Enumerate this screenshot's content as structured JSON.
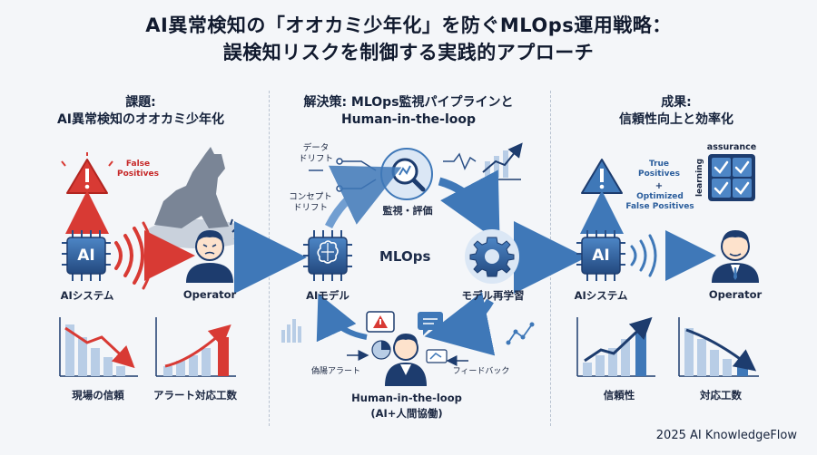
{
  "title": {
    "line1": "AI異常検知の「オオカミ少年化」を防ぐMLOps運用戦略：",
    "line2": "誤検知リスクを制御する実践的アプローチ"
  },
  "left": {
    "heading_line1": "課題:",
    "heading_line2": "AI異常検知のオオカミ少年化",
    "false_positives": "False\nPositives",
    "ai_system": "AIシステム",
    "operator": "Operator",
    "chip_label": "AI",
    "chart1_label": "現場の信頼",
    "chart2_label": "アラート対応工数"
  },
  "center": {
    "heading_line1": "解決策: MLOps監視パイプラインと",
    "heading_line2": "Human-in-the-loop",
    "data_drift": "データ\nドリフト",
    "concept_drift": "コンセプト\nドリフト",
    "monitor_eval": "監視・評価",
    "mlops": "MLOps",
    "ai_model": "AIモデル",
    "retrain": "モデル再学習",
    "false_alert": "偽陽アラート",
    "feedback": "フィードバック",
    "hitl_line1": "Human-in-the-loop",
    "hitl_line2": "(AI+人間協働)"
  },
  "right": {
    "heading_line1": "成果:",
    "heading_line2": "信頼性向上と効率化",
    "true_positives": "True\nPositives",
    "plus": "+",
    "optimized_fp": "Optimized\nFalse Positives",
    "assurance": "assurance",
    "learning": "learning",
    "ai_system": "AIシステム",
    "operator": "Operator",
    "chip_label": "AI",
    "chart1_label": "信頼性",
    "chart2_label": "対応工数"
  },
  "footer": "2025 AI KnowledgeFlow",
  "colors": {
    "navy": "#1d3c6e",
    "blue": "#3f78b8",
    "red": "#d83a34",
    "light_blue": "#b8cde6"
  }
}
